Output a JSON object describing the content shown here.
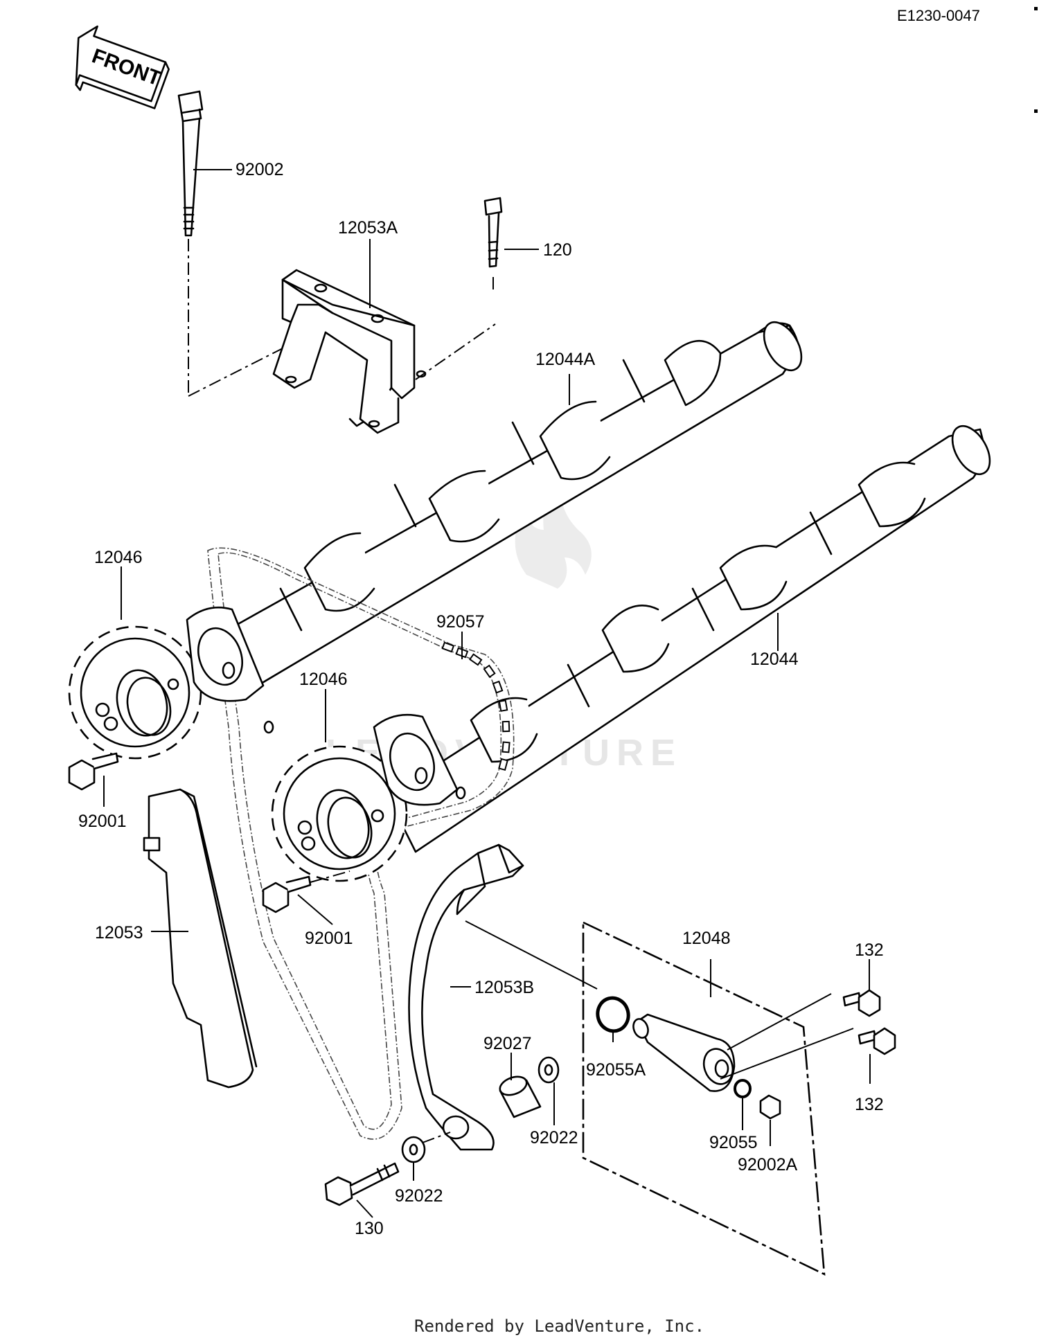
{
  "header": {
    "code": "E1230-0047"
  },
  "front_arrow": {
    "label": "FRONT"
  },
  "watermark": {
    "text": "LEADVENTURE"
  },
  "footer": {
    "text": "Rendered by LeadVenture, Inc."
  },
  "parts": {
    "p92002": "92002",
    "p12053A": "12053A",
    "p120": "120",
    "p12044A": "12044A",
    "p12046_a": "12046",
    "p92057": "92057",
    "p12044": "12044",
    "p12046_b": "12046",
    "p92001_a": "92001",
    "p92001_b": "92001",
    "p12053": "12053",
    "p12048": "12048",
    "p132_a": "132",
    "p12053B": "12053B",
    "p92027": "92027",
    "p92055A": "92055A",
    "p132_b": "132",
    "p92022_a": "92022",
    "p92055": "92055",
    "p92002A": "92002A",
    "p92022_b": "92022",
    "p130": "130"
  }
}
